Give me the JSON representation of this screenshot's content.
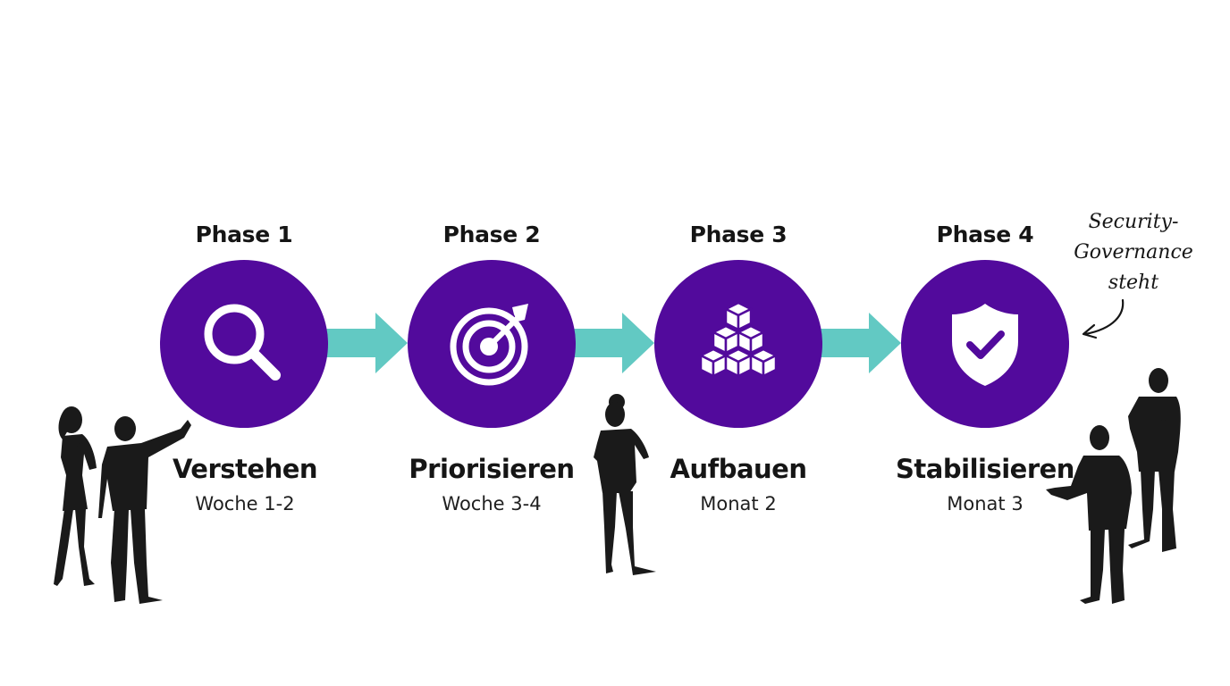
{
  "phases": [
    {
      "phase_label": "Phase 1",
      "title": "Verstehen",
      "duration": "Woche 1-2",
      "icon": "magnifier-icon"
    },
    {
      "phase_label": "Phase 2",
      "title": "Priorisieren",
      "duration": "Woche 3-4",
      "icon": "target-icon"
    },
    {
      "phase_label": "Phase 3",
      "title": "Aufbauen",
      "duration": "Monat 2",
      "icon": "cubes-icon"
    },
    {
      "phase_label": "Phase 4",
      "title": "Stabilisieren",
      "duration": "Monat 3",
      "icon": "shield-check-icon"
    }
  ],
  "annotation": {
    "lines": [
      "Security-",
      "Governance",
      "steht"
    ]
  },
  "colors": {
    "circle": "#520a9c",
    "arrow": "#62c9c3",
    "text": "#151515",
    "silhouette": "#1a1a1a"
  }
}
